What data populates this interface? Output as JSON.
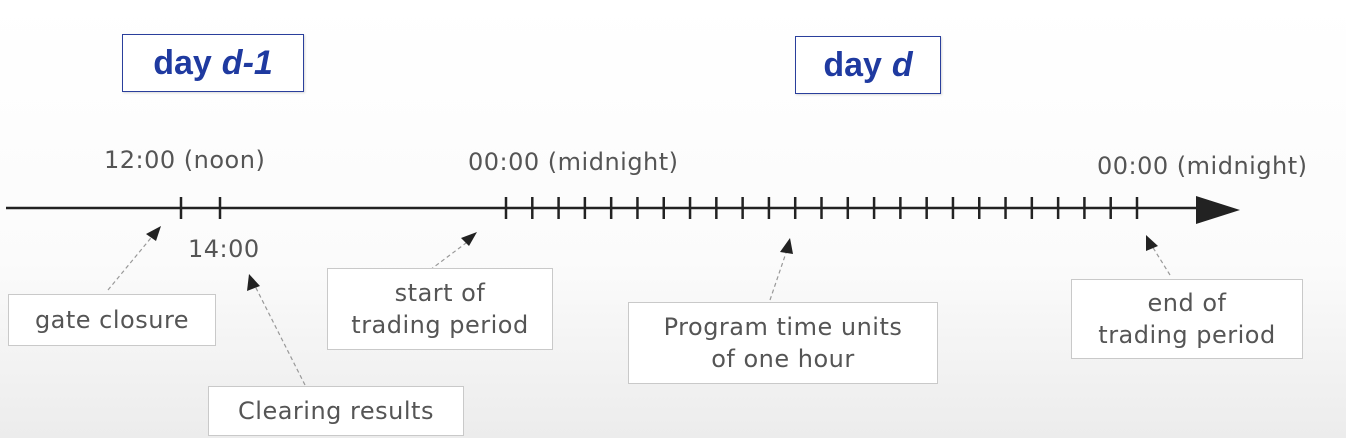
{
  "days": {
    "prev": {
      "prefix": "day",
      "var": "d-1"
    },
    "curr": {
      "prefix": "day",
      "var": "d"
    }
  },
  "time_labels": {
    "noon": "12:00 (noon)",
    "midnight_start": "00:00 (midnight)",
    "midnight_end": "00:00 (midnight)",
    "clearing_time": "14:00"
  },
  "notes": {
    "gate_closure": "gate closure",
    "clearing_results": "Clearing results",
    "start_line1": "start of",
    "start_line2": "trading period",
    "units_line1": "Program time units",
    "units_line2": "of one hour",
    "end_line1": "end of",
    "end_line2": "trading period"
  },
  "timeline": {
    "hourly_ticks": 24,
    "axis_color": "#222222",
    "accent_color": "#1f3aa0"
  }
}
